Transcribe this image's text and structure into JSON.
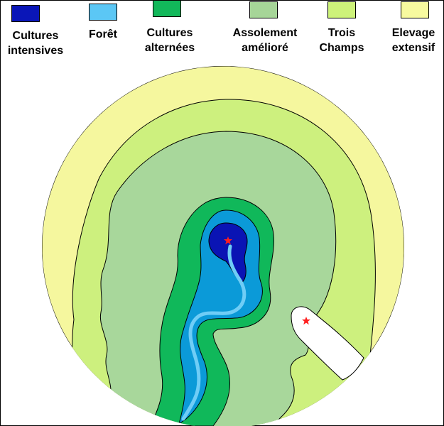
{
  "legend": [
    {
      "label": "Cultures\nintensives",
      "color": "#0a16b8"
    },
    {
      "label": "Forêt",
      "color": "#5bc7f5"
    },
    {
      "label": "Cultures\nalternées",
      "color": "#12b85a"
    },
    {
      "label": "Assolement\namélioré",
      "color": "#a6d598"
    },
    {
      "label": "Trois\nChamps",
      "color": "#cdf27a"
    },
    {
      "label": "Elevage\nextensif",
      "color": "#f7fa9f"
    }
  ],
  "colors": {
    "outer_ring": "#f5f79e",
    "trois_champs": "#cdf07e",
    "assolement": "#a8d79b",
    "cultures_alternees": "#10b85a",
    "foret": "#0b9ad8",
    "intensives": "#0a14b4",
    "river": "#6fcdf6",
    "city_marker": "#ff2020",
    "secondary_city": "#ffffff"
  }
}
